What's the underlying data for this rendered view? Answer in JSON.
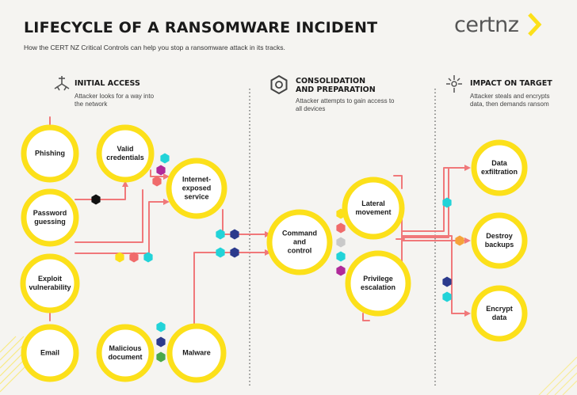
{
  "header": {
    "title": "LIFECYCLE OF A RANSOMWARE INCIDENT",
    "subtitle": "How the CERT NZ Critical Controls can help you stop a ransomware attack in its tracks.",
    "logo_text": "certnz"
  },
  "sections": [
    {
      "title": "INITIAL ACCESS",
      "desc": "Attacker looks for a way into\nthe network",
      "icon": "network-icon"
    },
    {
      "title": "CONSOLIDATION\nAND PREPARATION",
      "desc": "Attacker attempts to gain access to\nall devices",
      "icon": "hexagon-icon"
    },
    {
      "title": "IMPACT ON TARGET",
      "desc": "Attacker steals and encrypts\ndata, then demands ransom",
      "icon": "impact-icon"
    }
  ],
  "nodes": [
    {
      "id": "phishing",
      "label": "Phishing"
    },
    {
      "id": "valid-credentials",
      "label": "Valid\ncredentials"
    },
    {
      "id": "password-guessing",
      "label": "Password\nguessing"
    },
    {
      "id": "internet-exposed-service",
      "label": "Internet-\nexposed\nservice"
    },
    {
      "id": "exploit-vulnerability",
      "label": "Exploit\nvulnerability"
    },
    {
      "id": "email",
      "label": "Email"
    },
    {
      "id": "malicious-document",
      "label": "Malicious\ndocument"
    },
    {
      "id": "malware",
      "label": "Malware"
    },
    {
      "id": "command-and-control",
      "label": "Command\nand\ncontrol"
    },
    {
      "id": "lateral-movement",
      "label": "Lateral\nmovement"
    },
    {
      "id": "privilege-escalation",
      "label": "Privilege\nescalation"
    },
    {
      "id": "data-exfiltration",
      "label": "Data\nexfiltration"
    },
    {
      "id": "destroy-backups",
      "label": "Destroy\nbackups"
    },
    {
      "id": "encrypt-data",
      "label": "Encrypt\ndata"
    }
  ],
  "colors": {
    "node_ring": "#fce01a",
    "connector": "#f0787a",
    "cyan": "#22d3d8",
    "navy": "#2b3a8c",
    "magenta": "#b02a9a",
    "black": "#111111",
    "yellow": "#fce01a",
    "coral": "#f06b6b",
    "gray": "#c9c9c9",
    "orange": "#f5a33a",
    "green": "#4aa84a"
  }
}
